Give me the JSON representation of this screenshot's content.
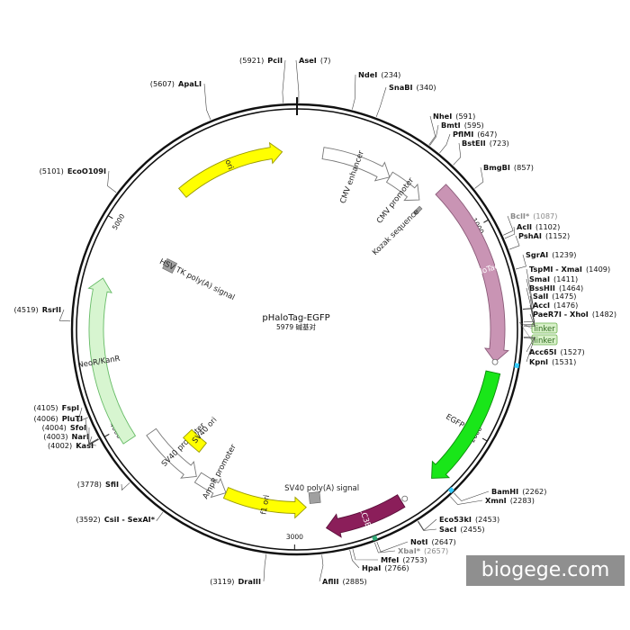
{
  "plasmid": {
    "name": "pHaloTag-EGFP",
    "length_label": "5979 碱基对",
    "length_bp": 5979
  },
  "ticks": [
    {
      "bp": 1000,
      "label": "1000"
    },
    {
      "bp": 2000,
      "label": "2000"
    },
    {
      "bp": 3000,
      "label": "3000"
    },
    {
      "bp": 4000,
      "label": "4000"
    },
    {
      "bp": 5000,
      "label": "5000"
    }
  ],
  "features": [
    {
      "id": "ori",
      "name": "ori",
      "start": 5315,
      "end": 5900,
      "dir": 1,
      "color": "#ffff00",
      "stroke": "#999900",
      "ring": 1,
      "labelInside": true,
      "labelColor": "#222"
    },
    {
      "id": "cmv-enhancer",
      "name": "CMV enhancer",
      "start": 140,
      "end": 520,
      "dir": 1,
      "color": "#ffffff",
      "stroke": "#777777",
      "ring": 1,
      "labelInside": false
    },
    {
      "id": "cmv-promoter",
      "name": "CMV promoter",
      "start": 520,
      "end": 720,
      "dir": 1,
      "color": "#ffffff",
      "stroke": "#777777",
      "ring": 1,
      "labelInside": false
    },
    {
      "id": "halotag",
      "name": "HaloTag®",
      "start": 760,
      "end": 1650,
      "dir": 1,
      "color": "#c994b4",
      "stroke": "#8a5a78",
      "ring": 0,
      "labelInside": true
    },
    {
      "id": "egfp",
      "name": "EGFP",
      "start": 1700,
      "end": 2290,
      "dir": 1,
      "color": "#19e619",
      "stroke": "#0a8a0a",
      "ring": 0,
      "labelInside": false
    },
    {
      "id": "lc3b",
      "name": "LC3B",
      "start": 2470,
      "end": 2850,
      "dir": 1,
      "color": "#8b1e5a",
      "stroke": "#5a0f3a",
      "ring": 0,
      "labelInside": true
    },
    {
      "id": "f1-ori",
      "name": "f1 ori",
      "start": 2940,
      "end": 3380,
      "dir": -1,
      "color": "#ffff00",
      "stroke": "#999900",
      "ring": 1,
      "labelInside": true
    },
    {
      "id": "ampr-promoter",
      "name": "AmpR promoter",
      "start": 3380,
      "end": 3550,
      "dir": -1,
      "color": "#ffffff",
      "stroke": "#777777",
      "ring": 1,
      "labelInside": false
    },
    {
      "id": "sv40-promoter",
      "name": "SV40 promoter",
      "start": 3560,
      "end": 3900,
      "dir": -1,
      "color": "#ffffff",
      "stroke": "#777777",
      "ring": 1,
      "labelInside": false
    },
    {
      "id": "neor-kanr",
      "name": "NeoR/KanR",
      "start": 3930,
      "end": 4730,
      "dir": 1,
      "color": "#d7f5d0",
      "stroke": "#66bb66",
      "ring": 0,
      "labelInside": true
    },
    {
      "id": "sv40-ori",
      "name": "SV40 ori",
      "start": 3630,
      "end": 3760,
      "dir": 0,
      "color": "#ffff00",
      "stroke": "#999900",
      "ring": 2,
      "labelInside": false
    }
  ],
  "boxes": [
    {
      "id": "sv40-polya",
      "name": "SV40 poly(A) signal",
      "bp": 2890,
      "color": "#a0a0a0"
    },
    {
      "id": "hsv-tk-polya",
      "name": "HSV TK poly(A) signal",
      "bp": 4925,
      "color": "#a0a0a0"
    },
    {
      "id": "kozak",
      "name": "Kozak sequence",
      "bp": 755,
      "color": "#a0a0a0"
    }
  ],
  "tags": [
    {
      "name": "linker",
      "bp": 1650
    },
    {
      "name": "linker",
      "bp": 2450
    }
  ],
  "sites": [
    {
      "name": "PciI",
      "pos": "(5921)"
    },
    {
      "name": "AseI",
      "pos": "(7)"
    },
    {
      "name": "NdeI",
      "pos": "(234)"
    },
    {
      "name": "SnaBI",
      "pos": "(340)"
    },
    {
      "name": "NheI",
      "pos": "(591)"
    },
    {
      "name": "BmtI",
      "pos": "(595)"
    },
    {
      "name": "PflMI",
      "pos": "(647)"
    },
    {
      "name": "BstEII",
      "pos": "(723)"
    },
    {
      "name": "BmgBI",
      "pos": "(857)"
    },
    {
      "name": "BclI*",
      "pos": "(1087)"
    },
    {
      "name": "AclI",
      "pos": "(1102)"
    },
    {
      "name": "PshAI",
      "pos": "(1152)"
    },
    {
      "name": "SgrAI",
      "pos": "(1239)"
    },
    {
      "name": "TspMI - XmaI",
      "pos": "(1409)"
    },
    {
      "name": "SmaI",
      "pos": "(1411)"
    },
    {
      "name": "BssHII",
      "pos": "(1464)"
    },
    {
      "name": "SalI",
      "pos": "(1475)"
    },
    {
      "name": "AccI",
      "pos": "(1476)"
    },
    {
      "name": "PaeR7I - XhoI",
      "pos": "(1482)"
    },
    {
      "name": "Acc65I",
      "pos": "(1527)"
    },
    {
      "name": "KpnI",
      "pos": "(1531)"
    },
    {
      "name": "BamHI",
      "pos": "(2262)"
    },
    {
      "name": "XmnI",
      "pos": "(2283)"
    },
    {
      "name": "Eco53kI",
      "pos": "(2453)"
    },
    {
      "name": "SacI",
      "pos": "(2455)"
    },
    {
      "name": "NotI",
      "pos": "(2647)"
    },
    {
      "name": "XbaI*",
      "pos": "(2657)"
    },
    {
      "name": "MfeI",
      "pos": "(2753)"
    },
    {
      "name": "HpaI",
      "pos": "(2766)"
    },
    {
      "name": "AflII",
      "pos": "(2885)"
    },
    {
      "name": "DraIII",
      "pos": "(3119)"
    },
    {
      "name": "CsiI - SexAI*",
      "pos": "(3592)"
    },
    {
      "name": "SfiI",
      "pos": "(3778)"
    },
    {
      "name": "KasI",
      "pos": "(4002)"
    },
    {
      "name": "NarI",
      "pos": "(4003)"
    },
    {
      "name": "SfoI",
      "pos": "(4004)"
    },
    {
      "name": "PluTI",
      "pos": "(4006)"
    },
    {
      "name": "FspI",
      "pos": "(4105)"
    },
    {
      "name": "RsrII",
      "pos": "(4519)"
    },
    {
      "name": "EcoO109I",
      "pos": "(5101)"
    },
    {
      "name": "ApaLI",
      "pos": "(5607)"
    }
  ],
  "watermark": "biogege.com"
}
